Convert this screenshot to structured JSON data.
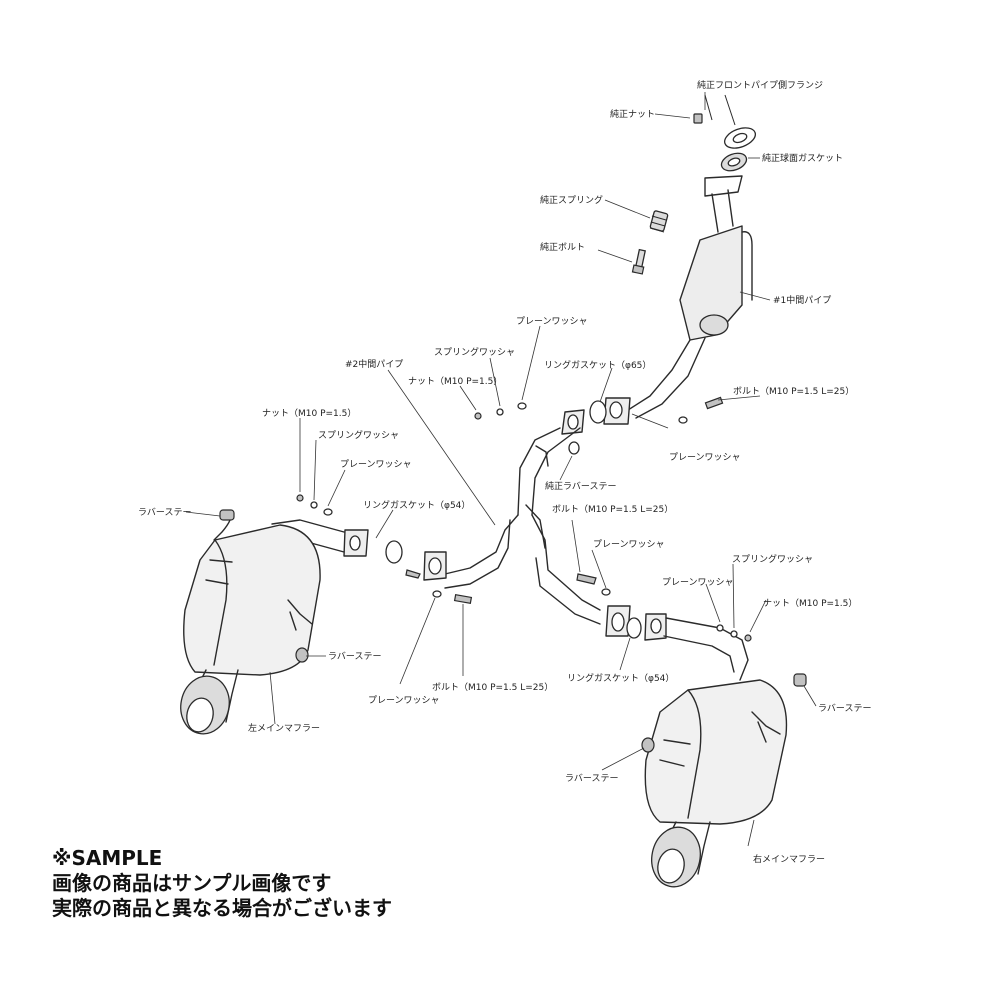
{
  "labels": {
    "oem_front_pipe_flange": "純正フロントパイプ側フランジ",
    "oem_nut": "純正ナット",
    "oem_spherical_gasket": "純正球面ガスケット",
    "oem_spring": "純正スプリング",
    "oem_bolt": "純正ボルト",
    "center_pipe_1": "#1中間パイプ",
    "plain_washer_top": "プレーンワッシャ",
    "spring_washer_top": "スプリングワッシャ",
    "center_pipe_2": "#2中間パイプ",
    "ring_gasket_65": "リングガスケット（φ65）",
    "nut_m10_center": "ナット（M10 P=1.5）",
    "bolt_m10_top": "ボルト（M10 P=1.5 L=25）",
    "plain_washer_top_right": "プレーンワッシャ",
    "oem_rubber_stay": "純正ラバーステー",
    "nut_m10_left": "ナット（M10 P=1.5）",
    "spring_washer_left": "スプリングワッシャ",
    "plain_washer_left": "プレーンワッシャ",
    "ring_gasket_54_left": "リングガスケット（φ54）",
    "rubber_stay_left_top": "ラバーステー",
    "bolt_m10_right": "ボルト（M10 P=1.5 L=25）",
    "plain_washer_right": "プレーンワッシャ",
    "spring_washer_right": "スプリングワッシャ",
    "plain_washer_right_2": "プレーンワッシャ",
    "nut_m10_right": "ナット（M10 P=1.5）",
    "rubber_stay_left_bottom": "ラバーステー",
    "plain_washer_bottom": "プレーンワッシャ",
    "bolt_m10_bottom": "ボルト（M10 P=1.5 L=25）",
    "left_main_muffler": "左メインマフラー",
    "ring_gasket_54_right": "リングガスケット（φ54）",
    "rubber_stay_right_top": "ラバーステー",
    "rubber_stay_right_bottom": "ラバーステー",
    "right_main_muffler": "右メインマフラー"
  },
  "notes": {
    "sample": "※SAMPLE",
    "line1": "画像の商品はサンプル画像です",
    "line2": "実際の商品と異なる場合がございます"
  }
}
